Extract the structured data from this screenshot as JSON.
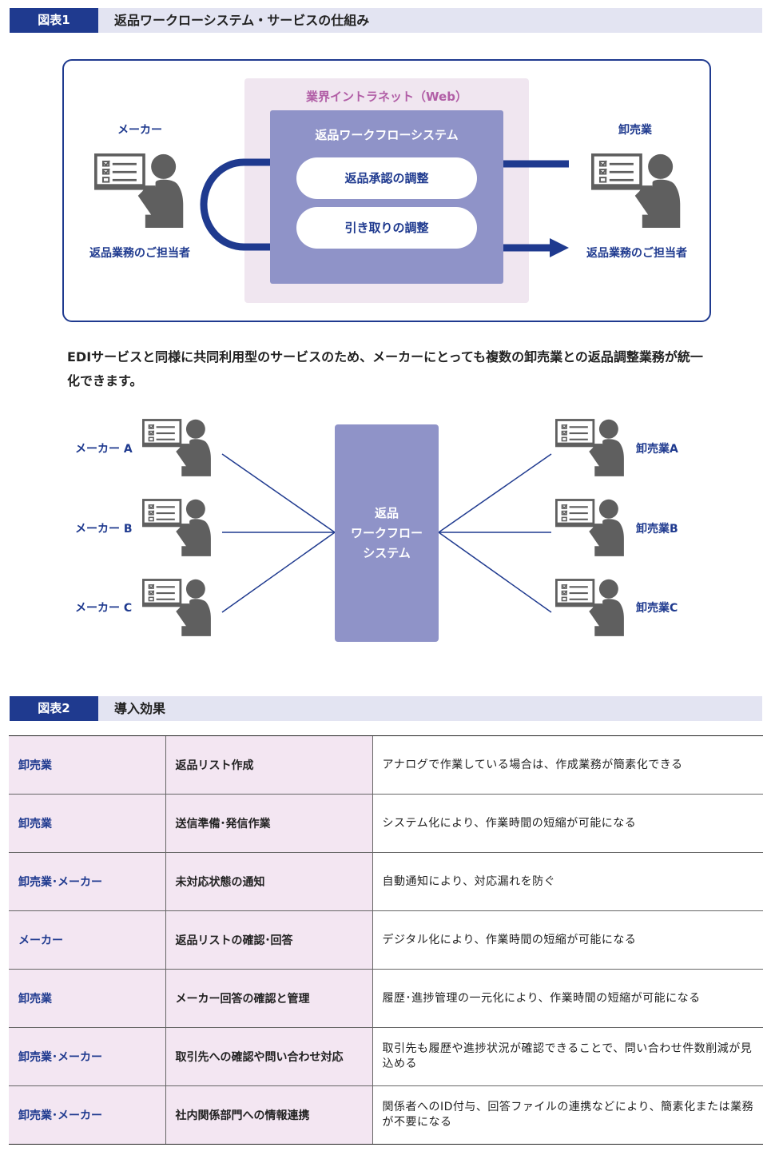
{
  "figure1": {
    "tag": "図表1",
    "title": "返品ワークローシステム・サービスの仕組み",
    "intranet_label": "業界イントラネット（Web）",
    "workflow_title": "返品ワークフローシステム",
    "pill_approval": "返品承認の調整",
    "pill_pickup": "引き取りの調整",
    "maker_label": "メーカー",
    "maker_role": "返品業務のご担当者",
    "wholesaler_label": "卸売業",
    "wholesaler_role": "返品業務のご担当者"
  },
  "description": "EDIサービスと同様に共同利用型のサービスのため、メーカーにとっても複数の卸売業との返品調整業務が統一化できます。",
  "network": {
    "center_line1": "返品",
    "center_line2": "ワークフロー",
    "center_line3": "システム",
    "makers": [
      "メーカー A",
      "メーカー B",
      "メーカー C"
    ],
    "wholesalers": [
      "卸売業A",
      "卸売業B",
      "卸売業C"
    ]
  },
  "figure2": {
    "tag": "図表2",
    "title": "導入効果",
    "rows": [
      {
        "who": "卸売業",
        "task": "返品リスト作成",
        "effect": "アナログで作業している場合は、作成業務が簡素化できる"
      },
      {
        "who": "卸売業",
        "task": "送信準備･発信作業",
        "effect": "システム化により、作業時間の短縮が可能になる"
      },
      {
        "who": "卸売業･メーカー",
        "task": "未対応状態の通知",
        "effect": "自動通知により、対応漏れを防ぐ"
      },
      {
        "who": "メーカー",
        "task": "返品リストの確認･回答",
        "effect": "デジタル化により、作業時間の短縮が可能になる"
      },
      {
        "who": "卸売業",
        "task": "メーカー回答の確認と管理",
        "effect": "履歴･進捗管理の一元化により、作業時間の短縮が可能になる"
      },
      {
        "who": "卸売業･メーカー",
        "task": "取引先への確認や問い合わせ対応",
        "effect": "取引先も履歴や進捗状況が確認できることで、問い合わせ件数削減が見込める"
      },
      {
        "who": "卸売業･メーカー",
        "task": "社内関係部門への情報連携",
        "effect": "関係者へのID付与、回答ファイルの連携などにより、簡素化または業務が不要になる"
      }
    ]
  },
  "colors": {
    "navy": "#1f3a8f",
    "lavender": "#8f93c8",
    "pink_bg": "#f0e6f0",
    "header_bg": "#e3e4f2",
    "person_gray": "#5f5f5f"
  },
  "icons": [
    "person-at-monitor-icon",
    "checklist-icon"
  ]
}
